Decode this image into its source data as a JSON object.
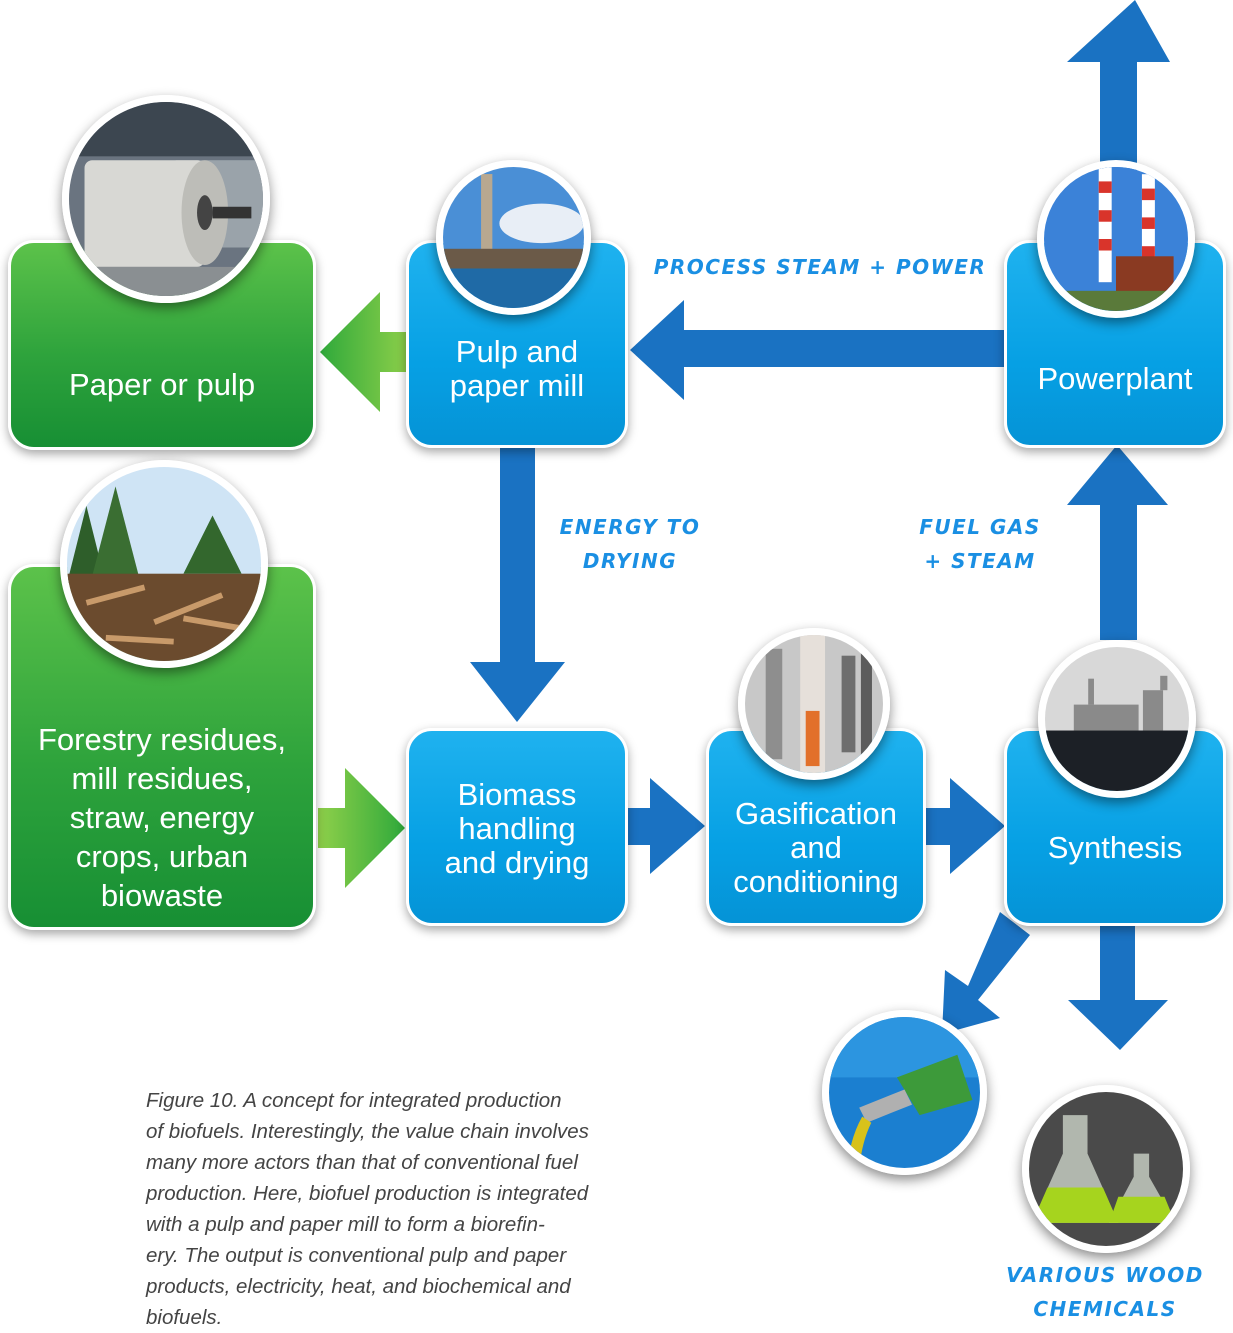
{
  "boxes": {
    "paper_or_pulp": "Paper or pulp",
    "pulp_and_paper_mill": "Pulp and\npaper mill",
    "powerplant": "Powerplant",
    "feedstock": "Forestry residues,\nmill residues,\nstraw, energy\ncrops, urban\nbiowaste",
    "biomass_handling": "Biomass\nhandling\nand drying",
    "gasification": "Gasification\nand\nconditioning",
    "synthesis": "Synthesis"
  },
  "flow_labels": {
    "process_steam": "Process steam + power",
    "energy_to_drying": "Energy to\ndrying",
    "fuel_gas": "fuel gas\n+ steam",
    "wood_chemicals": "Various wood\nchemicals"
  },
  "caption": "Figure 10. A concept for integrated production\nof biofuels. Interestingly, the value chain involves\nmany more actors than that of conventional fuel\nproduction. Here, biofuel production is integrated\nwith a pulp and paper mill to form a biorefin-\nery. The output is conventional pulp and paper\nproducts, electricity, heat, and biochemical and\nbiofuels.",
  "colors": {
    "box_blue": "#06a0e4",
    "box_green": "#2ea33c",
    "arrow_blue": "#1a72c2",
    "label_blue": "#1a8fe3"
  },
  "icons": [
    "paper-roll-photo-icon",
    "mill-smokestack-photo-icon",
    "power-plant-chimneys-photo-icon",
    "forest-residue-photo-icon",
    "gasifier-photo-icon",
    "factory-silhouette-photo-icon",
    "fuel-nozzle-photo-icon",
    "chemical-flasks-photo-icon"
  ]
}
